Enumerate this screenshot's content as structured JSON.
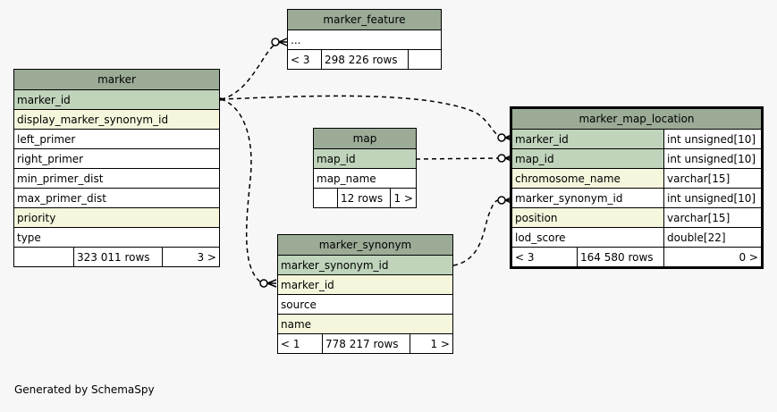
{
  "tables": {
    "marker_feature": {
      "title": "marker_feature",
      "columns": [
        "..."
      ],
      "footer": {
        "parents": "< 3",
        "rows": "298 226 rows",
        "children": ""
      }
    },
    "marker": {
      "title": "marker",
      "columns": [
        "marker_id",
        "display_marker_synonym_id",
        "left_primer",
        "right_primer",
        "min_primer_dist",
        "max_primer_dist",
        "priority",
        "type"
      ],
      "footer": {
        "parents": "",
        "rows": "323 011 rows",
        "children": "3 >"
      }
    },
    "map": {
      "title": "map",
      "columns": [
        "map_id",
        "map_name"
      ],
      "footer": {
        "parents": "",
        "rows": "12 rows",
        "children": "1 >"
      }
    },
    "marker_synonym": {
      "title": "marker_synonym",
      "columns": [
        "marker_synonym_id",
        "marker_id",
        "source",
        "name"
      ],
      "footer": {
        "parents": "< 1",
        "rows": "778 217 rows",
        "children": "1 >"
      }
    },
    "marker_map_location": {
      "title": "marker_map_location",
      "columns": [
        {
          "name": "marker_id",
          "type": "int unsigned[10]"
        },
        {
          "name": "map_id",
          "type": "int unsigned[10]"
        },
        {
          "name": "chromosome_name",
          "type": "varchar[15]"
        },
        {
          "name": "marker_synonym_id",
          "type": "int unsigned[10]"
        },
        {
          "name": "position",
          "type": "varchar[15]"
        },
        {
          "name": "lod_score",
          "type": "double[22]"
        }
      ],
      "footer": {
        "parents": "< 3",
        "rows": "164 580 rows",
        "children": "0 >"
      }
    }
  },
  "colors": {
    "header": "#9bab96",
    "primary_key": "#bfd4bb",
    "indexed": "#f5f6dc",
    "plain": "#ffffff",
    "background": "#f7f7f7"
  },
  "generated_by": "Generated by SchemaSpy"
}
